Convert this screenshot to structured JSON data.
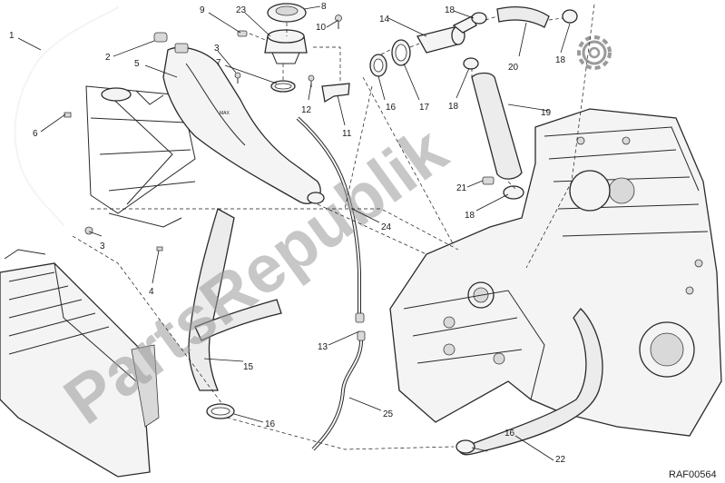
{
  "watermark": "PartsRepublik",
  "drawing_code": "RAF00564",
  "tank_marking": "MAX",
  "callouts": [
    {
      "id": "c1",
      "label": "1"
    },
    {
      "id": "c2",
      "label": "2"
    },
    {
      "id": "c3a",
      "label": "3"
    },
    {
      "id": "c3b",
      "label": "3"
    },
    {
      "id": "c4",
      "label": "4"
    },
    {
      "id": "c5",
      "label": "5"
    },
    {
      "id": "c6",
      "label": "6"
    },
    {
      "id": "c7",
      "label": "7"
    },
    {
      "id": "c8",
      "label": "8"
    },
    {
      "id": "c9",
      "label": "9"
    },
    {
      "id": "c10",
      "label": "10"
    },
    {
      "id": "c11",
      "label": "11"
    },
    {
      "id": "c12",
      "label": "12"
    },
    {
      "id": "c13",
      "label": "13"
    },
    {
      "id": "c14",
      "label": "14"
    },
    {
      "id": "c15",
      "label": "15"
    },
    {
      "id": "c16a",
      "label": "16"
    },
    {
      "id": "c16b",
      "label": "16"
    },
    {
      "id": "c16c",
      "label": "16"
    },
    {
      "id": "c17",
      "label": "17"
    },
    {
      "id": "c18a",
      "label": "18"
    },
    {
      "id": "c18b",
      "label": "18"
    },
    {
      "id": "c18c",
      "label": "18"
    },
    {
      "id": "c18d",
      "label": "18"
    },
    {
      "id": "c19",
      "label": "19"
    },
    {
      "id": "c20",
      "label": "20"
    },
    {
      "id": "c21",
      "label": "21"
    },
    {
      "id": "c22",
      "label": "22"
    },
    {
      "id": "c23",
      "label": "23"
    },
    {
      "id": "c24",
      "label": "24"
    },
    {
      "id": "c25",
      "label": "25"
    }
  ]
}
